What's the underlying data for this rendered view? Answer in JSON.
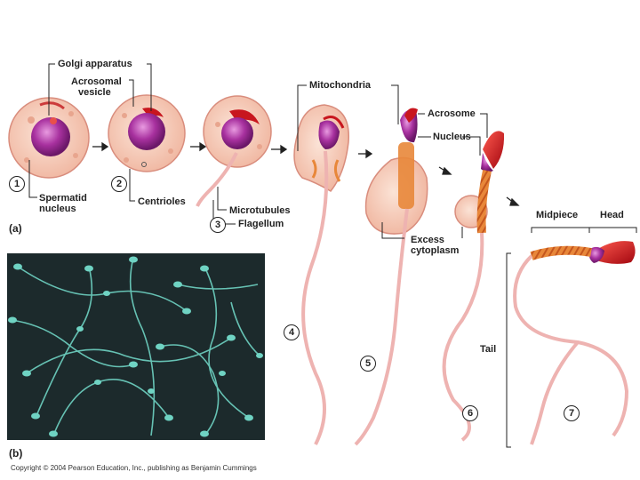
{
  "labels": {
    "golgi": "Golgi apparatus",
    "acrosomal_1": "Acrosomal",
    "acrosomal_2": "vesicle",
    "spermatid_1": "Spermatid",
    "spermatid_2": "nucleus",
    "centrioles": "Centrioles",
    "microtubules": "Microtubules",
    "flagellum": "Flagellum",
    "mitochondria": "Mitochondria",
    "acrosome": "Acrosome",
    "nucleus": "Nucleus",
    "excess_1": "Excess",
    "excess_2": "cytoplasm",
    "midpiece": "Midpiece",
    "head": "Head",
    "tail": "Tail"
  },
  "steps": [
    "1",
    "2",
    "3",
    "4",
    "5",
    "6",
    "7"
  ],
  "parts": {
    "a": "(a)",
    "b": "(b)"
  },
  "copyright": "Copyright © 2004 Pearson Education, Inc., publishing as Benjamin Cummings",
  "colors": {
    "cell": "#f3c1ae",
    "cell_edge": "#d98d7d",
    "nucleus": "#a8319f",
    "acrosome": "#c8161e",
    "midpiece": "#e8873a",
    "tail": "#eeb3b1",
    "micrograph_bg": "#1c2a2c",
    "micrograph_fg": "#6fd3c3"
  }
}
